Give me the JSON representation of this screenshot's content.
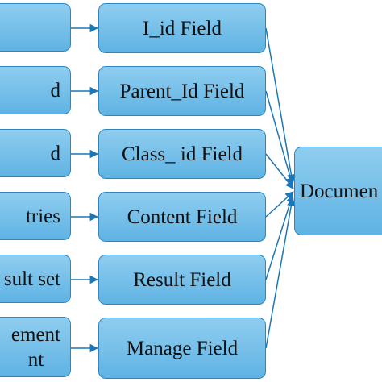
{
  "diagram": {
    "sources": [
      {
        "text": ""
      },
      {
        "text": "d"
      },
      {
        "text": "d"
      },
      {
        "text": "tries"
      },
      {
        "text": "sult set"
      },
      {
        "text": "ement\nnt"
      }
    ],
    "fields": [
      {
        "text": "I_id Field"
      },
      {
        "text": "Parent_Id Field"
      },
      {
        "text": "Class_ id Field"
      },
      {
        "text": "Content Field"
      },
      {
        "text": "Result Field"
      },
      {
        "text": "Manage Field"
      }
    ],
    "target": {
      "text": "Documen"
    },
    "colors": {
      "box_fill": "#7cc3ea",
      "box_border": "#2f86bf",
      "arrow": "#1d77b5"
    }
  }
}
